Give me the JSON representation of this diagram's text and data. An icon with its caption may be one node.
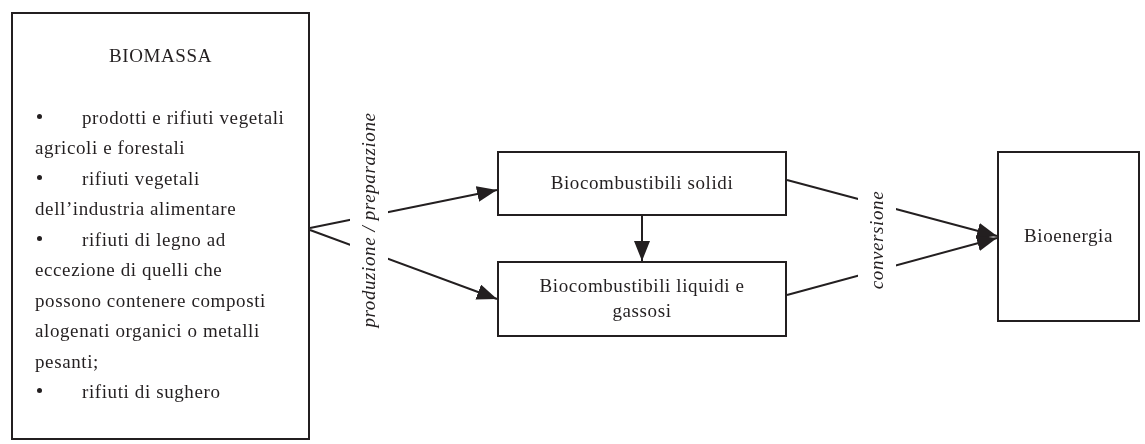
{
  "diagram": {
    "nodes": [
      {
        "text": [
          "BIOMASSA",
          "prodotti e rifiuti vegetali agricoli e forestali",
          "rifiuti vegetali dell’industria alimentare",
          "rifiuti di legno ad eccezione di quelli che possono contenere composti alogenati organici o metalli pesanti;",
          "rifiuti di sughero"
        ]
      },
      {
        "text": [
          "Biocombustibili solidi"
        ]
      },
      {
        "text": [
          "Biocombustibili liquidi e gassosi"
        ]
      },
      {
        "text": [
          "Bioenergia"
        ]
      }
    ],
    "edges": [
      {
        "from": 0,
        "to": 1,
        "arrow": "to",
        "label": "produzione / preparazione"
      },
      {
        "from": 0,
        "to": 2,
        "arrow": "to"
      },
      {
        "from": 1,
        "to": 2,
        "arrow": "to"
      },
      {
        "from": 1,
        "to": 3,
        "arrow": "to",
        "label": "conversione"
      },
      {
        "from": 2,
        "to": 3,
        "arrow": "to"
      }
    ]
  }
}
